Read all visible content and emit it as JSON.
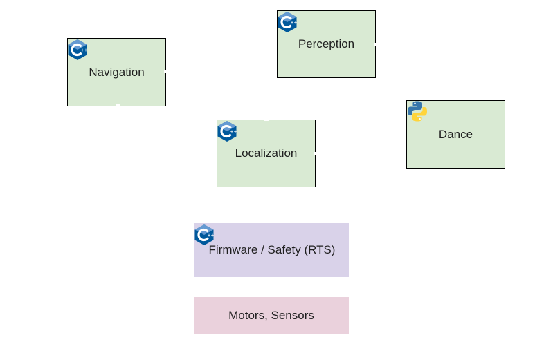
{
  "nodes": {
    "navigation": {
      "label": "Navigation",
      "lang": "cpp-icon"
    },
    "perception": {
      "label": "Perception",
      "lang": "cpp-icon"
    },
    "localization": {
      "label": "Localization",
      "lang": "cpp-icon"
    },
    "dance": {
      "label": "Dance",
      "lang": "python-icon"
    },
    "firmware": {
      "label": "Firmware / Safety (RTS)",
      "lang": "cpp-icon"
    },
    "motors": {
      "label": "Motors, Sensors"
    }
  },
  "colors": {
    "node_green": "#d9ead3",
    "node_purple": "#d9d2e9",
    "node_pink": "#ead1dc",
    "cpp_blue": "#00599c",
    "python_blue": "#3776ab",
    "python_yellow": "#ffd43b"
  }
}
